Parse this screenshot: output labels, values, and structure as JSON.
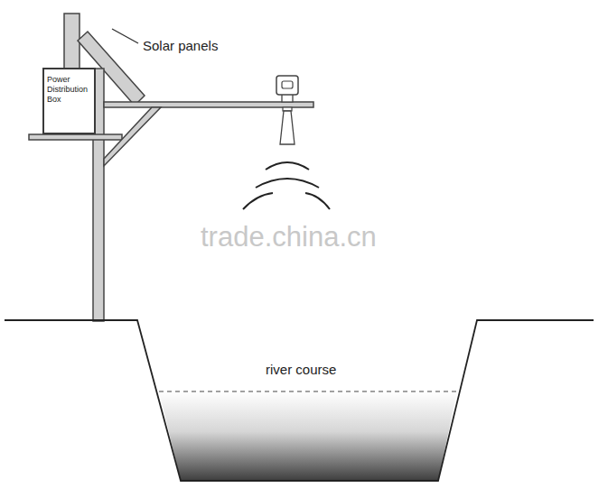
{
  "diagram": {
    "nodes": [
      {
        "text": [
          "Power Distribution Box"
        ]
      }
    ],
    "labels": [
      "Solar panels",
      "river course",
      "trade.china.cn"
    ]
  }
}
